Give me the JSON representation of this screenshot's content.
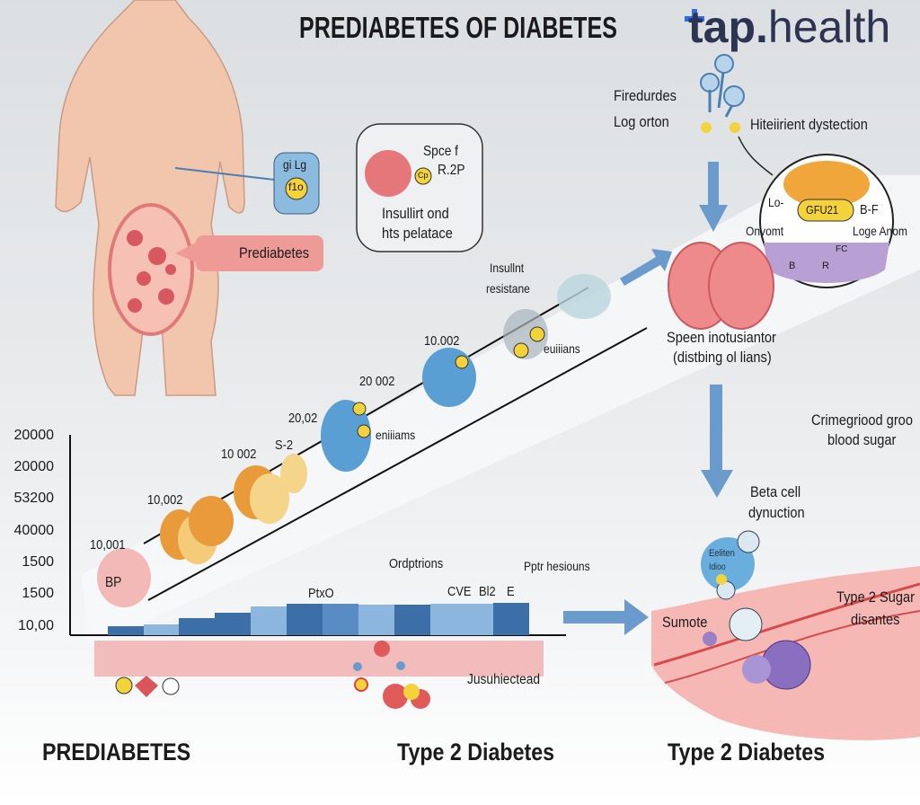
{
  "header": {
    "title": "PREDIABETES OF DIABETES",
    "logo": {
      "prefix": "tap",
      "dot": ".",
      "suffix": "health",
      "color": "#2c3452",
      "accent": "#2f6fe0"
    }
  },
  "body_panel": {
    "badge_text": [
      "gi Lg",
      "f1o"
    ],
    "bubble": {
      "line1": "Spce f",
      "line2": "R.2P",
      "chip": "Cp",
      "caption1": "Insullirt ond",
      "caption2": "hts pelatace"
    },
    "prediabetes_tag": "Prediabetes"
  },
  "top_right": {
    "left_label1": "Firedurdes",
    "left_label2": "Log orton",
    "right_label": "Hiteiirient dystection",
    "circle": {
      "chip": "GFU21",
      "lo": "Lo-",
      "bf": "B-F",
      "left": "Onvomt",
      "right": "Loge Anom",
      "b": "B",
      "r": "R",
      "fc": "FC"
    }
  },
  "timeline": {
    "insulin_label1": "Insullnt",
    "insulin_label2": "resistane",
    "points": [
      "10,001",
      "10,002",
      "10 002",
      "S-2",
      "20,02",
      "20 002",
      "10.002"
    ],
    "cell_label_1": "eniiiams",
    "cell_label_2": "euiiians",
    "bp_label": "BP"
  },
  "right_column": {
    "kidney_caption1": "Speen inotusiantor",
    "kidney_caption2": "(distbing ol lians)",
    "note1": "Crimegriood groo",
    "note2": "blood sugar",
    "beta1": "Beta cell",
    "beta2": "dynuction",
    "cell_text1": "Eeliten",
    "cell_text2": "Idioo",
    "sumote": "Sumote",
    "type2_1": "Type 2 Sugar",
    "type2_2": "disantes"
  },
  "chart": {
    "y_tick_labels": [
      "20000",
      "20000",
      "53200",
      "40000",
      "1500",
      "1500",
      "10,00"
    ],
    "annotations": {
      "ordptrions": "Ordptrions",
      "pptr": "Pptr hesiouns",
      "ptxo": "PtxO",
      "cve": "CVE",
      "bl2": "Bl2",
      "e": "E",
      "jusu": "Jusuhiectead"
    },
    "colors": {
      "dark_bar": "#3c6ea8",
      "light_bar": "#8cb6de"
    }
  },
  "footer": {
    "left": "PREDIABETES",
    "middle": "Type 2 Diabetes",
    "right": "Type 2 Diabetes"
  }
}
